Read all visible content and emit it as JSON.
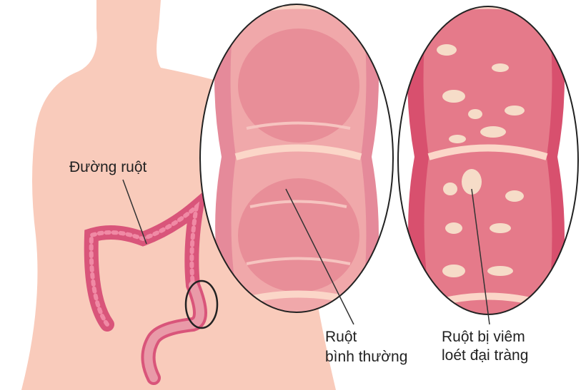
{
  "labels": {
    "intestine": "Đường ruột",
    "normal_line1": "Ruột",
    "normal_line2": "bình thường",
    "inflamed_line1": "Ruột bị viêm",
    "inflamed_line2": "loét đại tràng"
  },
  "colors": {
    "body": "#f9cbbb",
    "colon": "#d9557a",
    "normal_wall": "#e58a9a",
    "inflamed_wall": "#d8506e",
    "lesion": "#f6dcc8"
  }
}
